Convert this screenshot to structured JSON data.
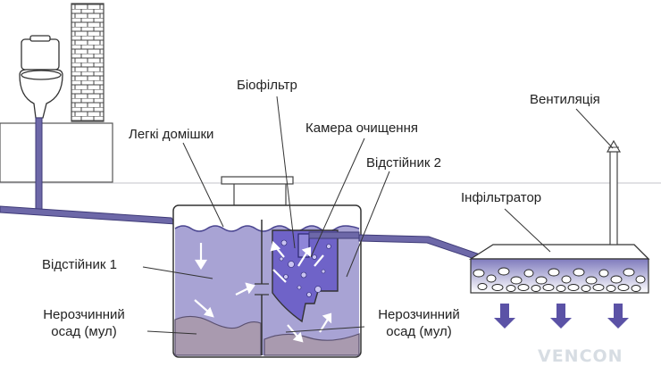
{
  "labels": {
    "biofilter": "Біофільтр",
    "cleaning_chamber": "Камера очищення",
    "light_impurities": "Легкі домішки",
    "settler_2": "Відстійник 2",
    "ventilation": "Вентиляція",
    "infiltrator": "Інфільтратор",
    "settler_1": "Відстійник 1",
    "sediment_left_line1": "Нерозчинний",
    "sediment_left_line2": "осад (мул)",
    "sediment_right_line1": "Нерозчинний",
    "sediment_right_line2": "осад (мул)"
  },
  "watermark": "VENCON",
  "colors": {
    "tank_fill": "#b9b6da",
    "liquid": "#8f88c8",
    "chamber": "#6e62c9",
    "sediment": "#a697b0",
    "pipe": "#6d68a8",
    "gravel": "#7c77b8"
  }
}
